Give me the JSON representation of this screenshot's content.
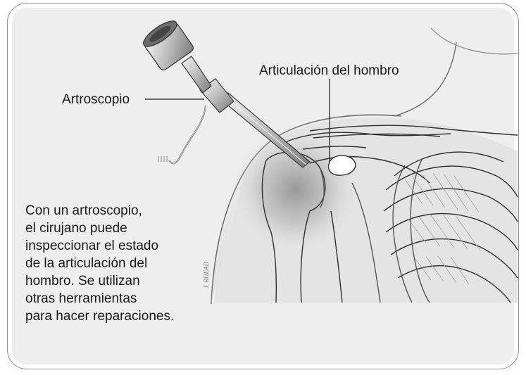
{
  "labels": {
    "arthroscope": "Artroscopio",
    "shoulder_joint": "Articulación del hombro"
  },
  "caption_lines": [
    "Con un artroscopio,",
    "el cirujano puede",
    "inspeccionar el estado",
    "de la articulación del",
    "hombro. Se utilizan",
    "otras herramientas",
    "para hacer reparaciones."
  ],
  "signature": "J. RHEAD",
  "colors": {
    "panel": "#eeeeee",
    "border": "#8f8f8f",
    "line": "#333333"
  }
}
